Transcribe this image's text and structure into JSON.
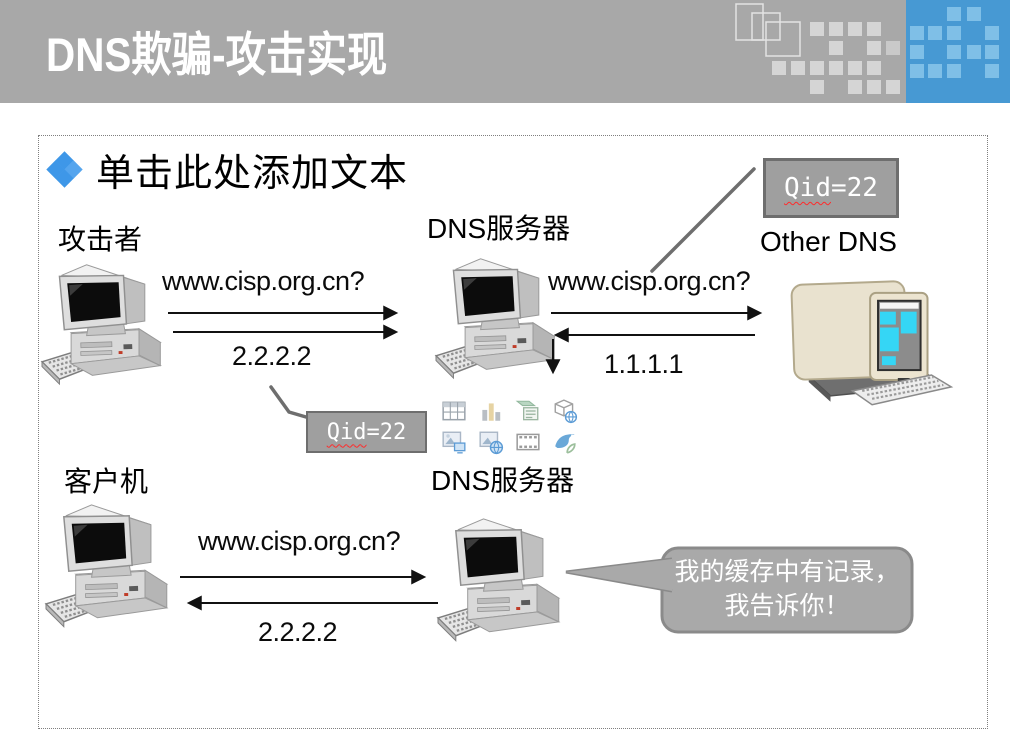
{
  "header": {
    "title": "DNS欺骗-攻击实现"
  },
  "slide": {
    "placeholder_title": "单击此处添加文本"
  },
  "nodes": {
    "attacker": {
      "label": "攻击者"
    },
    "dns_server_top": {
      "label_en": "DNS",
      "label_zh": "服务器"
    },
    "other_dns": {
      "label": "Other DNS"
    },
    "client": {
      "label": "客户机"
    },
    "dns_server_bottom": {
      "label_en": "DNS",
      "label_zh": "服务器"
    }
  },
  "messages": {
    "attacker_query": "www.cisp.org.cn?",
    "attacker_spoof_answer": "2.2.2.2",
    "recursive_query": "www.cisp.org.cn?",
    "real_answer": "1.1.1.1",
    "client_query": "www.cisp.org.cn?",
    "cached_answer": "2.2.2.2"
  },
  "qid_badges": [
    {
      "prefix": "Qid",
      "suffix": "=22"
    },
    {
      "prefix": "Qid",
      "suffix": "=22"
    }
  ],
  "speech_bubble": {
    "line1": "我的缓存中有记录，",
    "line2": "我告诉你！"
  },
  "placeholder_icons": [
    "table-icon",
    "bar-chart-icon",
    "smartart-icon",
    "3d-model-icon",
    "pictures-icon",
    "online-pictures-icon",
    "video-icon",
    "stock-images-icon"
  ],
  "colors": {
    "header_bg": "#a8a8a8",
    "accent_blue": "#4799d3",
    "accent_blue_light": "#7fbfe7",
    "decor_square_gray": "#d5d5d5",
    "bullet_blue": "#3e97e8",
    "badge_bg": "#9f9f9f",
    "badge_border": "#6e6e6e",
    "spellcheck_underline": "#ff2a2a",
    "bubble_bg": "#a9a9a9",
    "bubble_border": "#8a8a8a",
    "arrow_color": "#111111",
    "leader_line": "#6e6e6e",
    "text": "#000000"
  }
}
